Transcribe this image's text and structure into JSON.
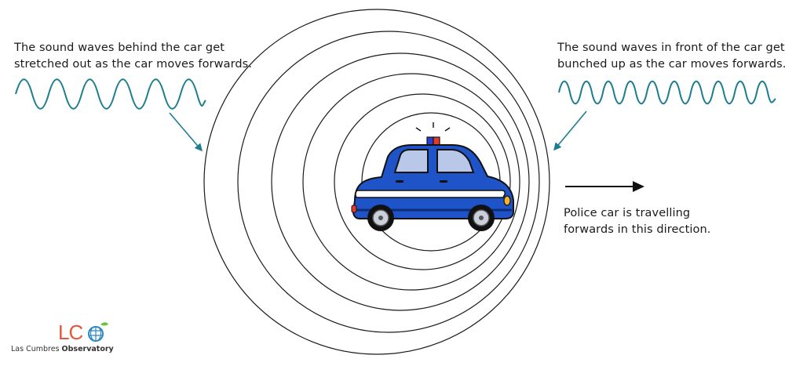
{
  "captions": {
    "left": [
      "The sound waves behind the car get",
      "stretched out as the car moves forwards."
    ],
    "right": [
      "The sound waves in front of the car get",
      "bunched up as the car moves forwards."
    ],
    "direction": [
      "Police car is travelling",
      "forwards in this direction."
    ]
  },
  "logo": {
    "letters": "LCO",
    "name_regular": "Las Cumbres",
    "name_bold": "Observatory"
  },
  "colors": {
    "wave": "#1d7d8e",
    "arrow": "#1d7d8e",
    "circle": "#1a1a1a",
    "car_body": "#1f54c8",
    "car_dark": "#0d2e7a",
    "window": "#b9c7e8",
    "siren_red": "#e23b2e",
    "siren_blue": "#2a3fd0",
    "logo_orange": "#e4573a",
    "logo_globe": "#2b88c8",
    "logo_leaf": "#6cbf3a"
  },
  "icons": {
    "car": "police-car-icon",
    "globe": "globe-icon",
    "arrow": "arrow-right-icon"
  }
}
